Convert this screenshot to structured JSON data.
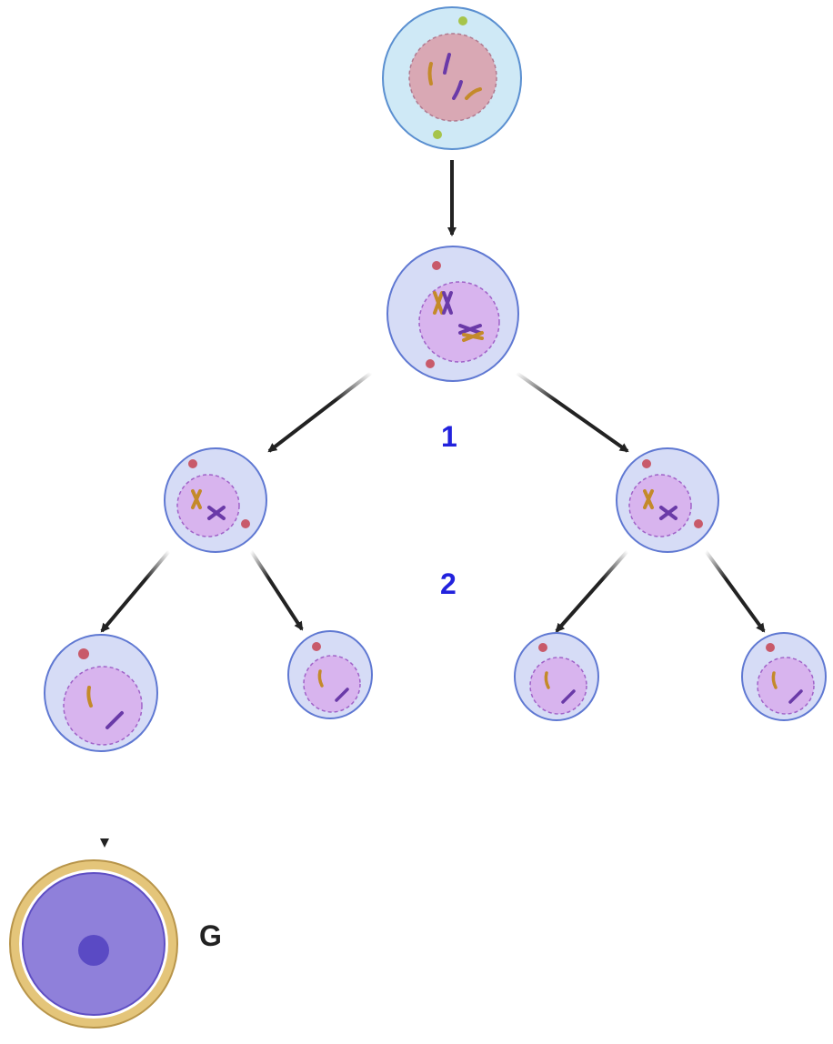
{
  "labels": {
    "stage_1": "1",
    "stage_2": "2",
    "gamete": "G"
  },
  "colors": {
    "stage_label": "#2222dd",
    "gamete_label": "#222222",
    "arrow": "#222222",
    "parent_cytoplasm": "#cfe9f6",
    "parent_membrane": "#5a8fd0",
    "parent_nucleus": "#d9a8b4",
    "cell_cytoplasm": "#d6dcf6",
    "cell_membrane": "#5f78d2",
    "cell_nucleus": "#d8b4ee",
    "nucleus_border": "#a062c8",
    "chromosome_orange": "#c48a2a",
    "chromosome_purple": "#6a3aa8",
    "centrosome_green": "#a6c44a",
    "centrosome_red": "#c85a6a",
    "gamete_shell": "#e4c57a",
    "gamete_cytoplasm": "#8f80da",
    "gamete_nucleus": "#5a4ac4"
  },
  "icons": [
    "parent-cell-icon",
    "meiosis-i-cell-icon",
    "daughter-cell-icon",
    "haploid-cell-icon",
    "gamete-icon",
    "arrow-icon"
  ]
}
